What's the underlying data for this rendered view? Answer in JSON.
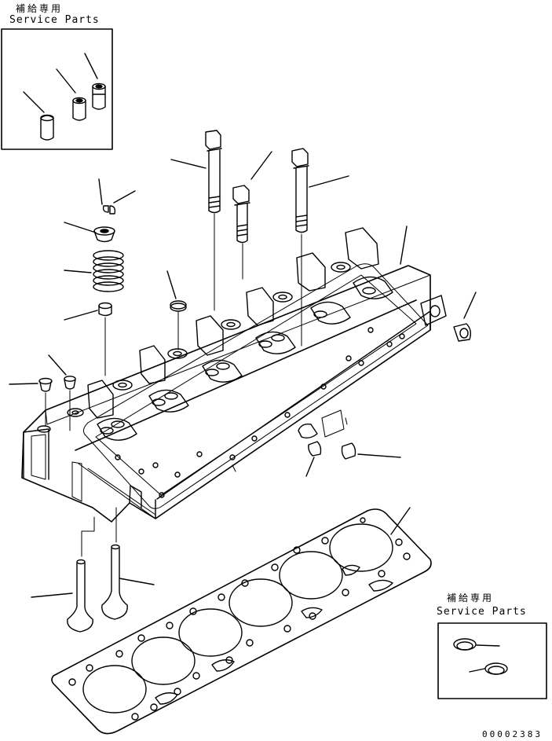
{
  "service_box_top": {
    "title_jp": "補給専用",
    "title_en": "Service Parts"
  },
  "service_box_bottom": {
    "title_jp": "補給専用",
    "title_en": "Service Parts"
  },
  "drawing_code": "00002383"
}
